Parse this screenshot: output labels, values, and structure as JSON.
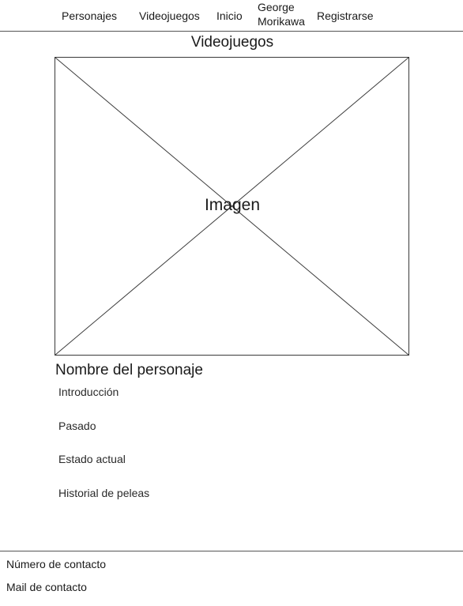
{
  "nav": {
    "items": [
      {
        "label": "Personajes"
      },
      {
        "label": "Videojuegos"
      },
      {
        "label": "Inicio"
      }
    ],
    "user_first": "George",
    "user_last": "Morikawa",
    "register_label": "Registrarse"
  },
  "main": {
    "section_title": "Videojuegos",
    "image_placeholder": "Imagen",
    "character_name": "Nombre del personaje",
    "sections": [
      {
        "label": "Introducción"
      },
      {
        "label": "Pasado"
      },
      {
        "label": "Estado actual"
      },
      {
        "label": "Historial de peleas"
      }
    ]
  },
  "footer": {
    "contact_number": "Número de contacto",
    "contact_mail": "Mail de contacto"
  }
}
